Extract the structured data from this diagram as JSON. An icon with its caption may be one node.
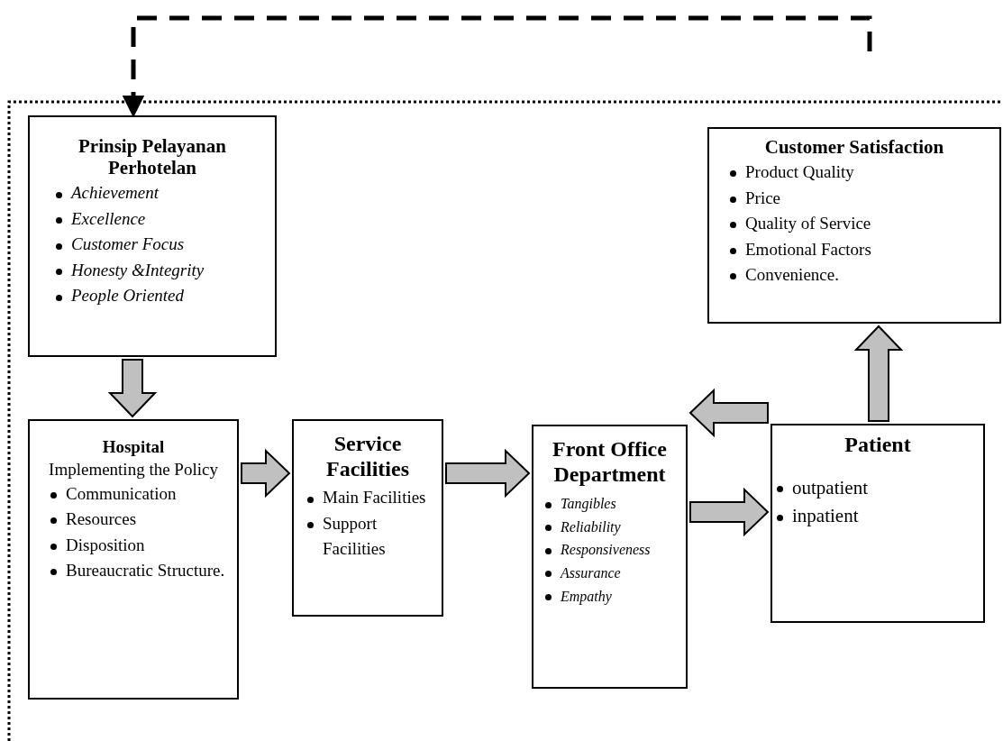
{
  "diagram": {
    "nodes": [
      {
        "text": [
          "Prinsip Pelayanan Perhotelan",
          "Achievement",
          "Excellence",
          "Customer Focus",
          "Honesty &Integrity",
          "People Oriented"
        ]
      },
      {
        "text": [
          "Hospital",
          "Implementing the Policy",
          "Communication",
          "Resources",
          "Disposition",
          "Bureaucratic Structure."
        ]
      },
      {
        "text": [
          "Service Facilities",
          "Main Facilities",
          "Support Facilities"
        ]
      },
      {
        "text": [
          "Front Office Department",
          "Tangibles",
          "Reliability",
          "Responsiveness",
          "Assurance",
          "Empathy"
        ]
      },
      {
        "text": [
          "Patient",
          "outpatient",
          "inpatient"
        ]
      },
      {
        "text": [
          "Customer Satisfaction",
          "Product Quality",
          "Price",
          "Quality of Service",
          "Emotional Factors",
          "Convenience."
        ]
      }
    ],
    "edges": [
      {
        "from": null,
        "to": 0,
        "arrow": "to",
        "style": "dashed"
      },
      {
        "from": 0,
        "to": 1,
        "arrow": "to"
      },
      {
        "from": 1,
        "to": 2,
        "arrow": "to"
      },
      {
        "from": 2,
        "to": 3,
        "arrow": "to"
      },
      {
        "from": 4,
        "to": 3,
        "arrow": "to"
      },
      {
        "from": 3,
        "to": 4,
        "arrow": "to"
      },
      {
        "from": 4,
        "to": 5,
        "arrow": "to"
      }
    ]
  }
}
